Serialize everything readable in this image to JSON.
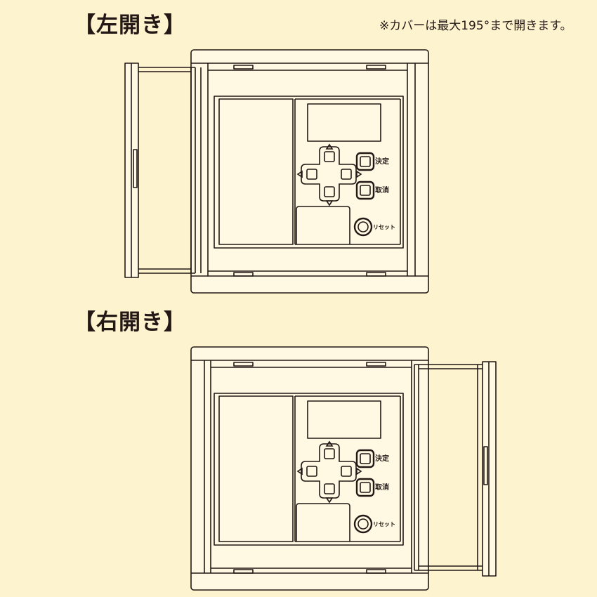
{
  "left_section": {
    "title": "【左開き】",
    "note": "※カバーは最大195°まで開きます。",
    "buttons": {
      "decide": "決定",
      "cancel": "取消",
      "reset": "リセット"
    }
  },
  "right_section": {
    "title": "【右開き】",
    "buttons": {
      "decide": "決定",
      "cancel": "取消",
      "reset": "リセット"
    }
  },
  "colors": {
    "background": "#FDF3CE",
    "line": "#231815",
    "panel_fill": "#FFF9E3"
  }
}
